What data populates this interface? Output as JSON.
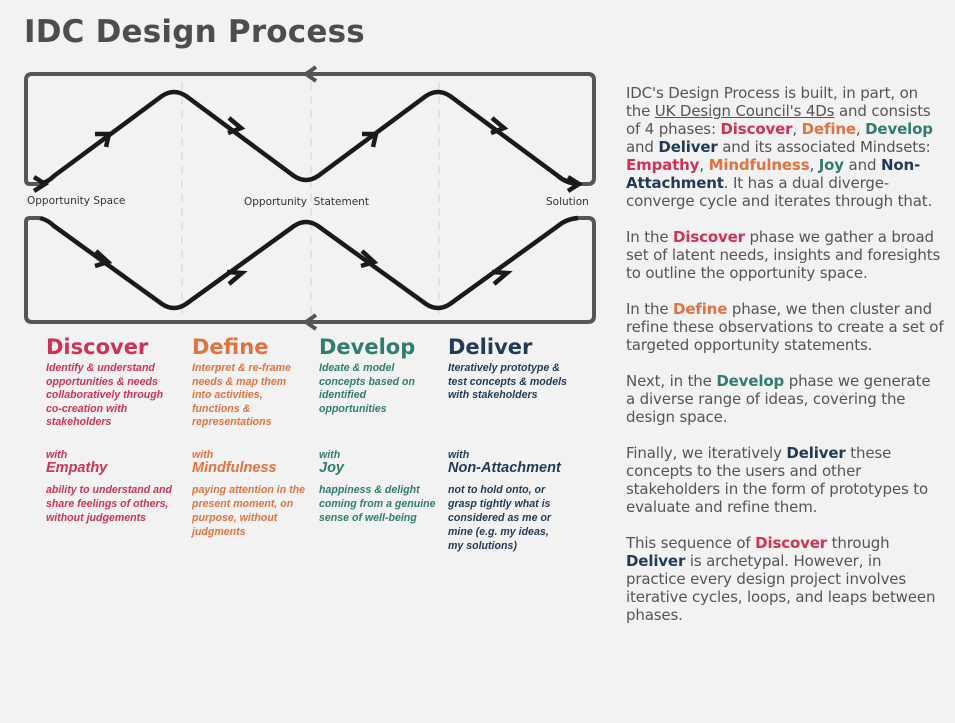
{
  "title": "IDC Design Process",
  "diagram": {
    "labels": {
      "start": "Opportunity Space",
      "middle": "Opportunity  Statement",
      "end": "Solution"
    }
  },
  "phases": [
    {
      "name": "Discover",
      "color": "#cf3255",
      "description": "Identify & understand opportunities & needs collaboratively through co-creation with stakeholders",
      "with": "with",
      "mindset": "Empathy",
      "mindset_description": "ability to understand and share feelings of others, without judgements"
    },
    {
      "name": "Define",
      "color": "#e0733f",
      "description": "Interpret & re-frame needs & map them into activities, functions & representations",
      "with": "with",
      "mindset": "Mindfulness",
      "mindset_description": "paying attention in the present moment, on purpose, without judgments"
    },
    {
      "name": "Develop",
      "color": "#2e7d6f",
      "description": "Ideate & model concepts based on identified opportunities",
      "with": "with",
      "mindset": "Joy",
      "mindset_description": "happiness & delight coming from a genuine sense of well-being"
    },
    {
      "name": "Deliver",
      "color": "#1f3b57",
      "description": "Iteratively prototype & test concepts & models with stakeholders",
      "with": "with",
      "mindset": "Non-Attachment",
      "mindset_description": "not to hold onto, or grasp tightly what is considered as me or mine (e.g. my ideas, my solutions)"
    }
  ],
  "panel": {
    "p1": {
      "t1": "IDC's Design Process is built, in part, on the ",
      "link": "UK Design Council's 4Ds",
      "t2": " and consists of 4 phases: ",
      "k1": "Discover",
      "s1": ", ",
      "k2": "Define",
      "s2": ", ",
      "k3": "Develop",
      "s3": " and ",
      "k4": "Deliver",
      "t3": " and its associated Mindsets: ",
      "m1": "Empathy",
      "s4": ", ",
      "m2": "Mindfulness",
      "s5": ", ",
      "m3": "Joy",
      "s6": " and ",
      "m4": "Non-Attachment",
      "t4": ". It has a dual diverge-converge cycle and iterates through that."
    },
    "p2": {
      "t1": "In the ",
      "k": "Discover",
      "t2": " phase we gather a broad set of latent needs, insights and foresights to outline the opportunity space."
    },
    "p3": {
      "t1": "In the ",
      "k": "Define",
      "t2": " phase, we then cluster and refine these observations to create a set of targeted opportunity statements."
    },
    "p4": {
      "t1": "Next, in the ",
      "k": "Develop",
      "t2": " phase we generate a diverse range of ideas, covering the design space."
    },
    "p5": {
      "t1": "Finally, we iteratively ",
      "k": "Deliver",
      "t2": " these concepts to the users and other stakeholders in the form of prototypes to evaluate and refine them."
    },
    "p6": {
      "t1": "This sequence of ",
      "k1": "Discover",
      "t2": " through ",
      "k2": "Deliver",
      "t3": " is archetypal. However, in practice every design project involves iterative cycles, loops, and leaps between phases."
    }
  },
  "colors": {
    "background": "#f2f2f2",
    "loop": "#555555",
    "zigzag": "#1a1a1a",
    "divider": "#dddddd",
    "discover": "#cf3255",
    "define": "#e0733f",
    "develop": "#2e7d6f",
    "deliver": "#1f3b57"
  }
}
